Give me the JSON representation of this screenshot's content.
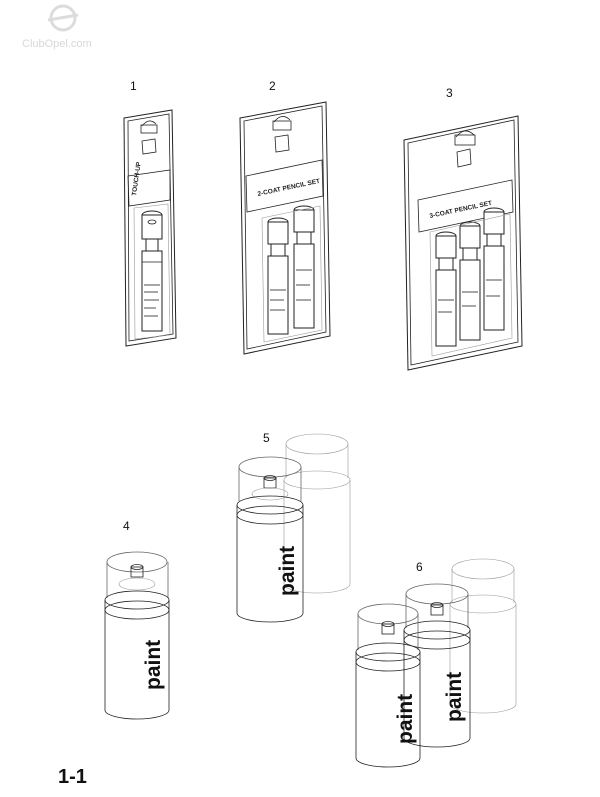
{
  "watermark": "ClubOpel.com",
  "figure_number": "1-1",
  "items": [
    {
      "number": "1",
      "label": "TOUCH-UP"
    },
    {
      "number": "2",
      "label": "2-COAT PENCIL SET"
    },
    {
      "number": "3",
      "label": "3-COAT PENCIL SET"
    },
    {
      "number": "4",
      "can_text": "paint"
    },
    {
      "number": "5",
      "can_text": "paint"
    },
    {
      "number": "6",
      "can_text": "paint"
    }
  ]
}
